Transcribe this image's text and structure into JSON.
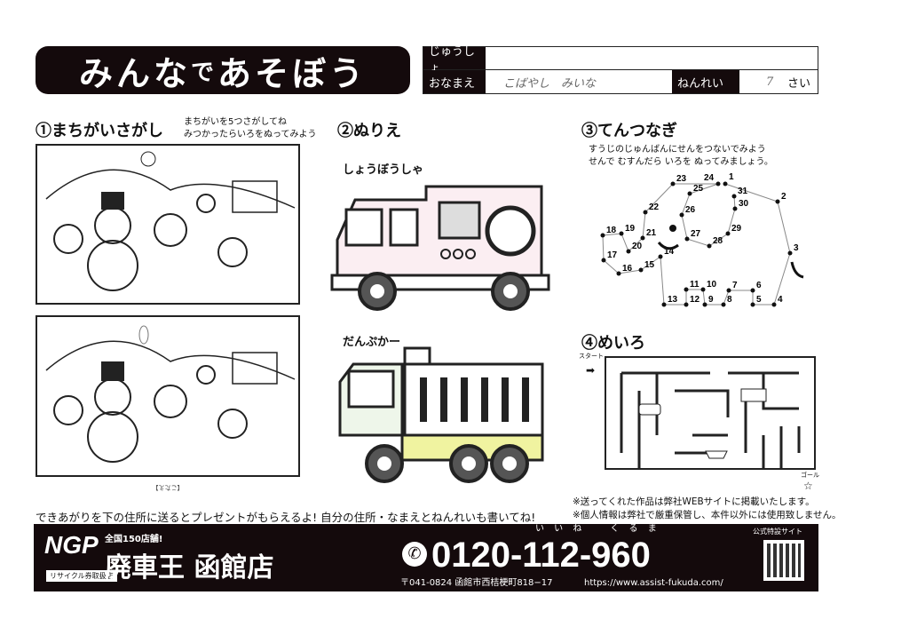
{
  "header": {
    "title_part1": "みんな",
    "title_part2": "で",
    "title_part3": "あそぼう"
  },
  "form": {
    "address_label": "じゅうしょ",
    "address_value": "",
    "name_label": "おなまえ",
    "name_value": "こばやし　みいな",
    "age_label": "ねんれい",
    "age_value": "7",
    "age_unit": "さい"
  },
  "section1": {
    "title": "①まちがいさがし",
    "instruction1": "まちがいを5つさがしてね",
    "instruction2": "みつかったらいろをぬってみよう",
    "answer_label": "【こたえ】"
  },
  "section2": {
    "title": "②ぬりえ",
    "fire_truck_label": "しょうぼうしゃ",
    "dump_truck_label": "だんぷかー"
  },
  "section3": {
    "title": "③てんつなぎ",
    "instruction1": "すうじのじゅんばんにせんをつないでみよう",
    "instruction2": "せんで むすんだら いろを ぬってみましょう。",
    "dots": [
      [
        1,
        817,
        207
      ],
      [
        2,
        876,
        227
      ],
      [
        3,
        890,
        285
      ],
      [
        4,
        872,
        343
      ],
      [
        5,
        848,
        343
      ],
      [
        6,
        848,
        327
      ],
      [
        7,
        821,
        327
      ],
      [
        8,
        815,
        343
      ],
      [
        9,
        794,
        343
      ],
      [
        10,
        792,
        326
      ],
      [
        11,
        773,
        326
      ],
      [
        12,
        773,
        343
      ],
      [
        13,
        748,
        343
      ],
      [
        14,
        744,
        289
      ],
      [
        15,
        722,
        304
      ],
      [
        16,
        697,
        308
      ],
      [
        17,
        680,
        293
      ],
      [
        18,
        679,
        265
      ],
      [
        19,
        700,
        263
      ],
      [
        20,
        708,
        283
      ],
      [
        21,
        724,
        268
      ],
      [
        22,
        727,
        239
      ],
      [
        23,
        758,
        207
      ],
      [
        24,
        809,
        207
      ],
      [
        25,
        777,
        218
      ],
      [
        26,
        768,
        242
      ],
      [
        27,
        774,
        269
      ],
      [
        28,
        799,
        277
      ],
      [
        29,
        820,
        263
      ],
      [
        30,
        828,
        235
      ],
      [
        31,
        827,
        221
      ]
    ]
  },
  "section4": {
    "title": "④めいろ",
    "start_label": "スタート",
    "goal_label": "ゴール"
  },
  "bottom": {
    "message": "できあがりを下の住所に送るとプレゼントがもらえるよ! 自分の住所・なまえとねんれいも書いてね!",
    "note1": "※送ってくれた作品は弊社WEBサイトに掲載いたします。",
    "note2": "※個人情報は弊社で厳重保管し、本件以外には使用致しません。"
  },
  "footer": {
    "logo_text": "NGP",
    "logo_sub": "リサイクル券取扱店",
    "tagline": "全国150店舗!",
    "store_name": "廃車王 函館店",
    "phone": "0120-112-960",
    "phone_ruby": "い い ね　　く る ま",
    "address": "〒041-0824 函館市西桔梗町818−17",
    "url": "https://www.assist-fukuda.com/",
    "qr_label": "公式特設サイト"
  }
}
